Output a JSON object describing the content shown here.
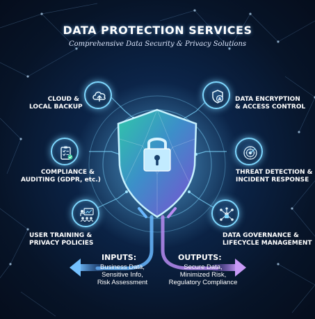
{
  "header": {
    "title": "DATA PROTECTION SERVICES",
    "subtitle": "Comprehensive Data Security & Privacy Solutions"
  },
  "services": {
    "cloud_backup": {
      "line1": "CLOUD &",
      "line2": "LOCAL BACKUP",
      "icon": "cloud-upload-icon"
    },
    "encryption": {
      "line1": "DATA ENCRYPTION",
      "line2": "& ACCESS CONTROL",
      "icon": "encryption-shield-icon"
    },
    "compliance": {
      "line1": "COMPLIANCE &",
      "line2": "AUDITING (GDPR, etc.)",
      "icon": "clipboard-checklist-icon"
    },
    "threat": {
      "line1": "THREAT DETECTION &",
      "line2": "INCIDENT RESPONSE",
      "icon": "radar-icon"
    },
    "training": {
      "line1": "USER TRAINING &",
      "line2": "PRIVACY POLICIES",
      "icon": "presentation-audience-icon"
    },
    "governance": {
      "line1": "DATA GOVERNANCE &",
      "line2": "LIFECYCLE MANAGEMENT",
      "icon": "network-lock-icon"
    }
  },
  "center": {
    "icon": "padlock-shield-icon"
  },
  "inputs": {
    "heading": "INPUTS:",
    "lines": [
      "Business Data,",
      "Sensitive Info,",
      "Risk Assessment"
    ]
  },
  "outputs": {
    "heading": "OUTPUTS:",
    "lines": [
      "Secure Data,",
      "Minimized Risk,",
      "Regulatory Compliance"
    ]
  },
  "colors": {
    "background": "#071428",
    "accent_cyan": "#7fd8ff",
    "input_arrow": "#6ab8ff",
    "output_arrow": "#b98cf2",
    "shield_green": "#3fd3a0",
    "shield_purple": "#8a5bd8"
  }
}
